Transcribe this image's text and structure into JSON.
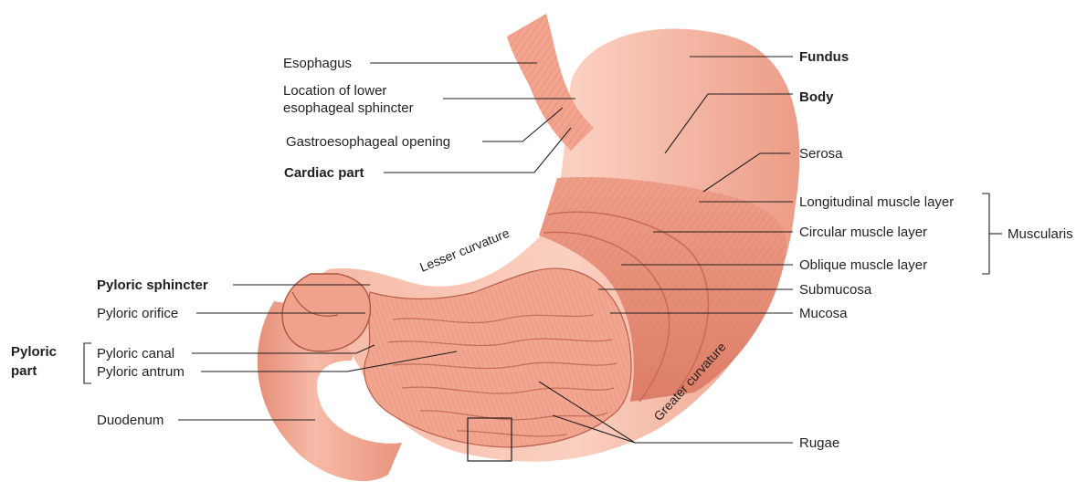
{
  "labels": {
    "esophagus": "Esophagus",
    "les_line1": "Location of lower",
    "les_line2": "esophageal sphincter",
    "gastroesophageal_opening": "Gastroesophageal opening",
    "cardiac_part": "Cardiac part",
    "pyloric_sphincter": "Pyloric sphincter",
    "pyloric_orifice": "Pyloric orifice",
    "pyloric_part_line1": "Pyloric",
    "pyloric_part_line2": "part",
    "pyloric_canal": "Pyloric canal",
    "pyloric_antrum": "Pyloric antrum",
    "duodenum": "Duodenum",
    "fundus": "Fundus",
    "body": "Body",
    "serosa": "Serosa",
    "longitudinal_muscle_layer": "Longitudinal muscle layer",
    "circular_muscle_layer": "Circular muscle layer",
    "oblique_muscle_layer": "Oblique muscle layer",
    "muscularis": "Muscularis",
    "submucosa": "Submucosa",
    "mucosa": "Mucosa",
    "rugae": "Rugae",
    "lesser_curvature": "Lesser curvature",
    "greater_curvature": "Greater curvature"
  },
  "colors": {
    "outer_wall": "#f2a48e",
    "outer_highlight": "#fbd3c3",
    "muscle": "#e8907a",
    "interior": "#f0a08a",
    "rugae": "#c8705c",
    "duodenum": "#f4ad97"
  }
}
